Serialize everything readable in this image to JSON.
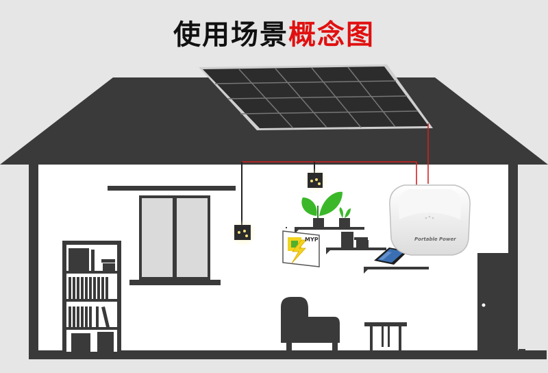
{
  "title": {
    "part1": "使用场景",
    "part2": "概念图"
  },
  "device": {
    "label": "Portable Power"
  },
  "logo": {
    "text": "MYP"
  },
  "colors": {
    "background": "#e6e6e6",
    "house": "#3a3a3a",
    "title_black": "#111111",
    "title_red": "#e01010",
    "wire": "#d42020",
    "plant_green": "#3bb82a",
    "logo_yellow": "#f2d31f",
    "logo_green": "#4fb12e"
  },
  "icons": [
    "solar-panel-icon",
    "light-bulb-icon",
    "portable-power-station-icon",
    "plant-icon",
    "smartphone-icon",
    "bookshelf-icon",
    "window-icon",
    "armchair-icon",
    "table-icon",
    "door-icon"
  ]
}
